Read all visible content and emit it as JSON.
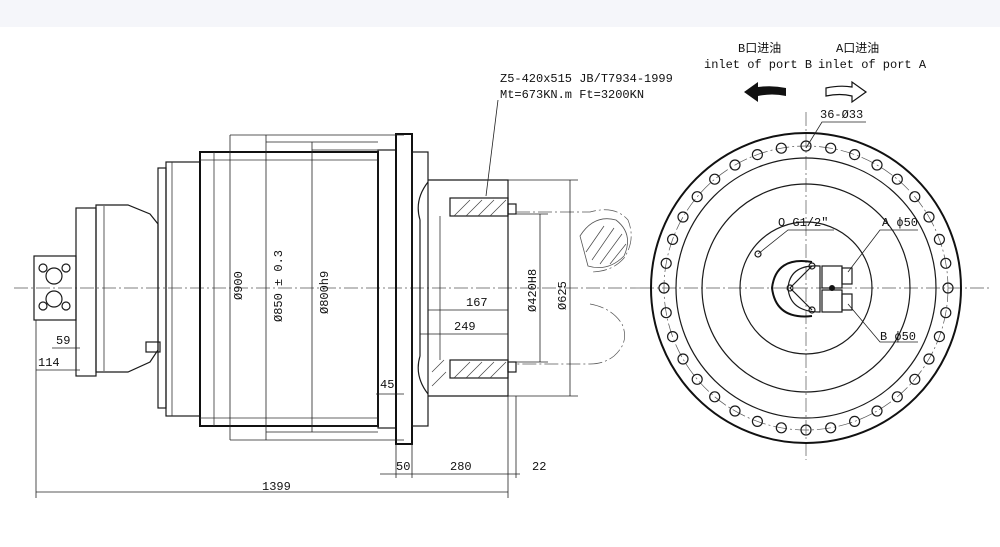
{
  "spec": {
    "line1": "Z5-420x515 JB/T7934-1999",
    "line2": "Mt=673KN.m  Ft=3200KN"
  },
  "ports": {
    "b_cn": "B口进油",
    "b_en": "inlet of port B",
    "a_cn": "A口进油",
    "a_en": "inlet of port A"
  },
  "side_view": {
    "d900": "Ø900",
    "d850": "Ø850 ± 0.3",
    "d800": "Ø800h9",
    "d420": "Ø420H8",
    "d625": "Ø625",
    "dim_167": "167",
    "dim_249": "249",
    "dim_59": "59",
    "dim_114": "114",
    "dim_45": "45",
    "dim_50": "50",
    "dim_280": "280",
    "dim_22": "22",
    "dim_1399": "1399"
  },
  "front_view": {
    "bolts": "36-Ø33",
    "g_port": "O G1/2\"",
    "port_a": "A ϕ50",
    "port_b": "B ϕ50"
  }
}
